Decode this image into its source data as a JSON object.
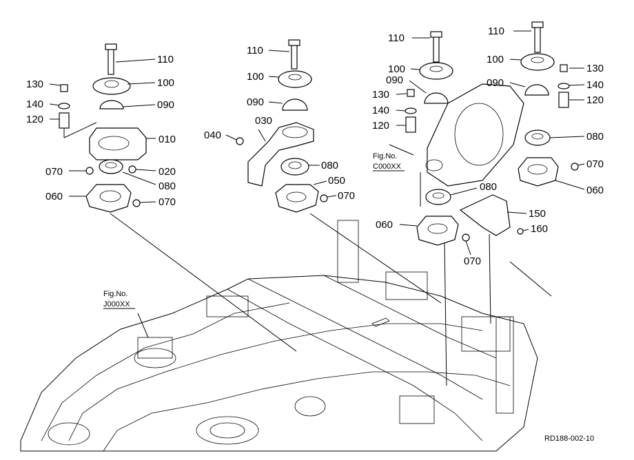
{
  "callouts": [
    {
      "id": "c1-110",
      "text": "110"
    },
    {
      "id": "c1-100",
      "text": "100"
    },
    {
      "id": "c1-130",
      "text": "130"
    },
    {
      "id": "c1-090",
      "text": "090"
    },
    {
      "id": "c1-140",
      "text": "140"
    },
    {
      "id": "c1-120",
      "text": "120"
    },
    {
      "id": "c1-010",
      "text": "010"
    },
    {
      "id": "c1-070a",
      "text": "070"
    },
    {
      "id": "c1-020",
      "text": "020"
    },
    {
      "id": "c1-080",
      "text": "080"
    },
    {
      "id": "c1-060",
      "text": "060"
    },
    {
      "id": "c1-070b",
      "text": "070"
    },
    {
      "id": "c2-110",
      "text": "110"
    },
    {
      "id": "c2-100",
      "text": "100"
    },
    {
      "id": "c2-090",
      "text": "090"
    },
    {
      "id": "c2-030",
      "text": "030"
    },
    {
      "id": "c2-040",
      "text": "040"
    },
    {
      "id": "c2-080",
      "text": "080"
    },
    {
      "id": "c2-050",
      "text": "050"
    },
    {
      "id": "c2-070",
      "text": "070"
    },
    {
      "id": "c3-110",
      "text": "110"
    },
    {
      "id": "c3-100",
      "text": "100"
    },
    {
      "id": "c3-090",
      "text": "090"
    },
    {
      "id": "c3-130",
      "text": "130"
    },
    {
      "id": "c3-140",
      "text": "140"
    },
    {
      "id": "c3-120",
      "text": "120"
    },
    {
      "id": "c3-080",
      "text": "080"
    },
    {
      "id": "c3-060",
      "text": "060"
    },
    {
      "id": "c3-070",
      "text": "070"
    },
    {
      "id": "c3-150",
      "text": "150"
    },
    {
      "id": "c3-160",
      "text": "160"
    },
    {
      "id": "c4-110",
      "text": "110"
    },
    {
      "id": "c4-100",
      "text": "100"
    },
    {
      "id": "c4-130",
      "text": "130"
    },
    {
      "id": "c4-090",
      "text": "090"
    },
    {
      "id": "c4-140",
      "text": "140"
    },
    {
      "id": "c4-120",
      "text": "120"
    },
    {
      "id": "c4-080",
      "text": "080"
    },
    {
      "id": "c4-070",
      "text": "070"
    },
    {
      "id": "c4-060",
      "text": "060"
    }
  ],
  "fig_refs": [
    {
      "id": "fig-c",
      "line1": "Fig.No.",
      "line2": "C000XX"
    },
    {
      "id": "fig-j",
      "line1": "Fig.No.",
      "line2": "J000XX"
    }
  ],
  "drawing_code": "RD188-002-10"
}
